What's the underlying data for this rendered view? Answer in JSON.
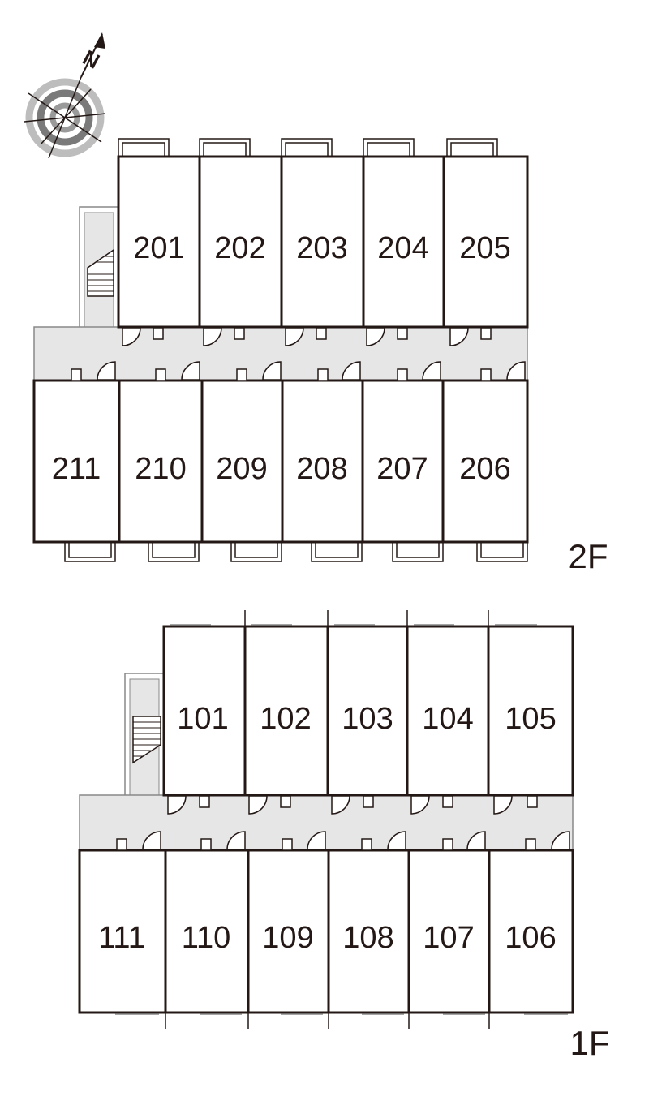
{
  "compass": {
    "label": "N",
    "icon": "north-compass-icon"
  },
  "floors": [
    {
      "id": "2F",
      "label": "2F",
      "top_units": [
        "201",
        "202",
        "203",
        "204",
        "205"
      ],
      "bottom_units": [
        "211",
        "210",
        "209",
        "208",
        "207",
        "206"
      ]
    },
    {
      "id": "1F",
      "label": "1F",
      "top_units": [
        "101",
        "102",
        "103",
        "104",
        "105"
      ],
      "bottom_units": [
        "111",
        "110",
        "109",
        "108",
        "107",
        "106"
      ]
    }
  ],
  "colors": {
    "wall": "#231815",
    "corridor": "#e6e6e6",
    "outline": "#888888"
  }
}
